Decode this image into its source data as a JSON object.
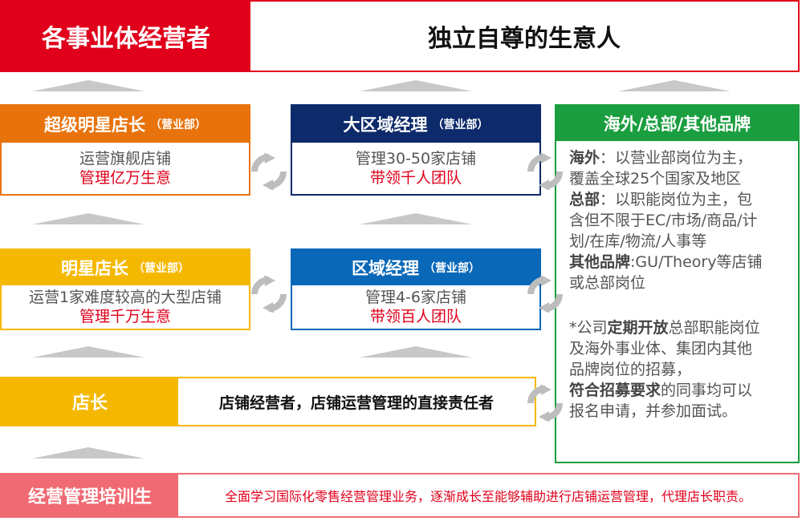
{
  "top": {
    "left_label": "各事业体经营者",
    "right_text": "独立自尊的生意人"
  },
  "cards": {
    "super_star": {
      "title": "超级明星店长",
      "sub": "（营业部）",
      "line1": "运营旗舰店铺",
      "line2": "管理亿万生意"
    },
    "big_region": {
      "title": "大区域经理",
      "sub": "（营业部）",
      "line1": "管理30-50家店铺",
      "line2": "带领千人团队"
    },
    "star": {
      "title": "明星店长",
      "sub": "（营业部）",
      "line1": "运营1家难度较高的大型店铺",
      "line2": "管理千万生意"
    },
    "region": {
      "title": "区域经理",
      "sub": "（营业部）",
      "line1": "管理4-6家店铺",
      "line2": "带领百人团队"
    }
  },
  "store_manager": {
    "label": "店长",
    "desc": "店铺经营者，店铺运营管理的直接责任者"
  },
  "overseas": {
    "title": "海外/总部/其他品牌",
    "p1_bold": "海外",
    "p1_line1": "：以营业部岗位为主，",
    "p1_line2": "覆盖全球25个国家及地区",
    "p2_bold": "总部",
    "p2_line1": "：以职能岗位为主，包",
    "p2_line2": "含但不限于EC/市场/商品/计",
    "p2_line3": "划/在库/物流/人事等",
    "p3_bold": "其他品牌",
    "p3_line1": ":GU/Theory等店铺",
    "p3_line2": "或总部岗位",
    "note_pre": "*公司",
    "note_red1": "定期开放",
    "note_l1": "总部职能岗位",
    "note_l2": "及海外事业体、集团内其他",
    "note_l3": "品牌岗位的招募，",
    "note_red2": "符合招募要求",
    "note_l4": "的同事均可以",
    "note_l5": "报名申请，并参加面试。"
  },
  "trainee": {
    "label": "经营管理培训生",
    "desc": "全面学习国际化零售经营管理业务，逐渐成长至能够辅助进行店铺运营管理，代理店长职责。"
  },
  "colors": {
    "red": "#e0001b",
    "orange": "#e8730c",
    "yellow": "#f5b800",
    "navy": "#0d2a6b",
    "blue": "#0a68b8",
    "green": "#1a9e3f",
    "pink": "#f06a73",
    "gray": "#c8c8c8"
  }
}
